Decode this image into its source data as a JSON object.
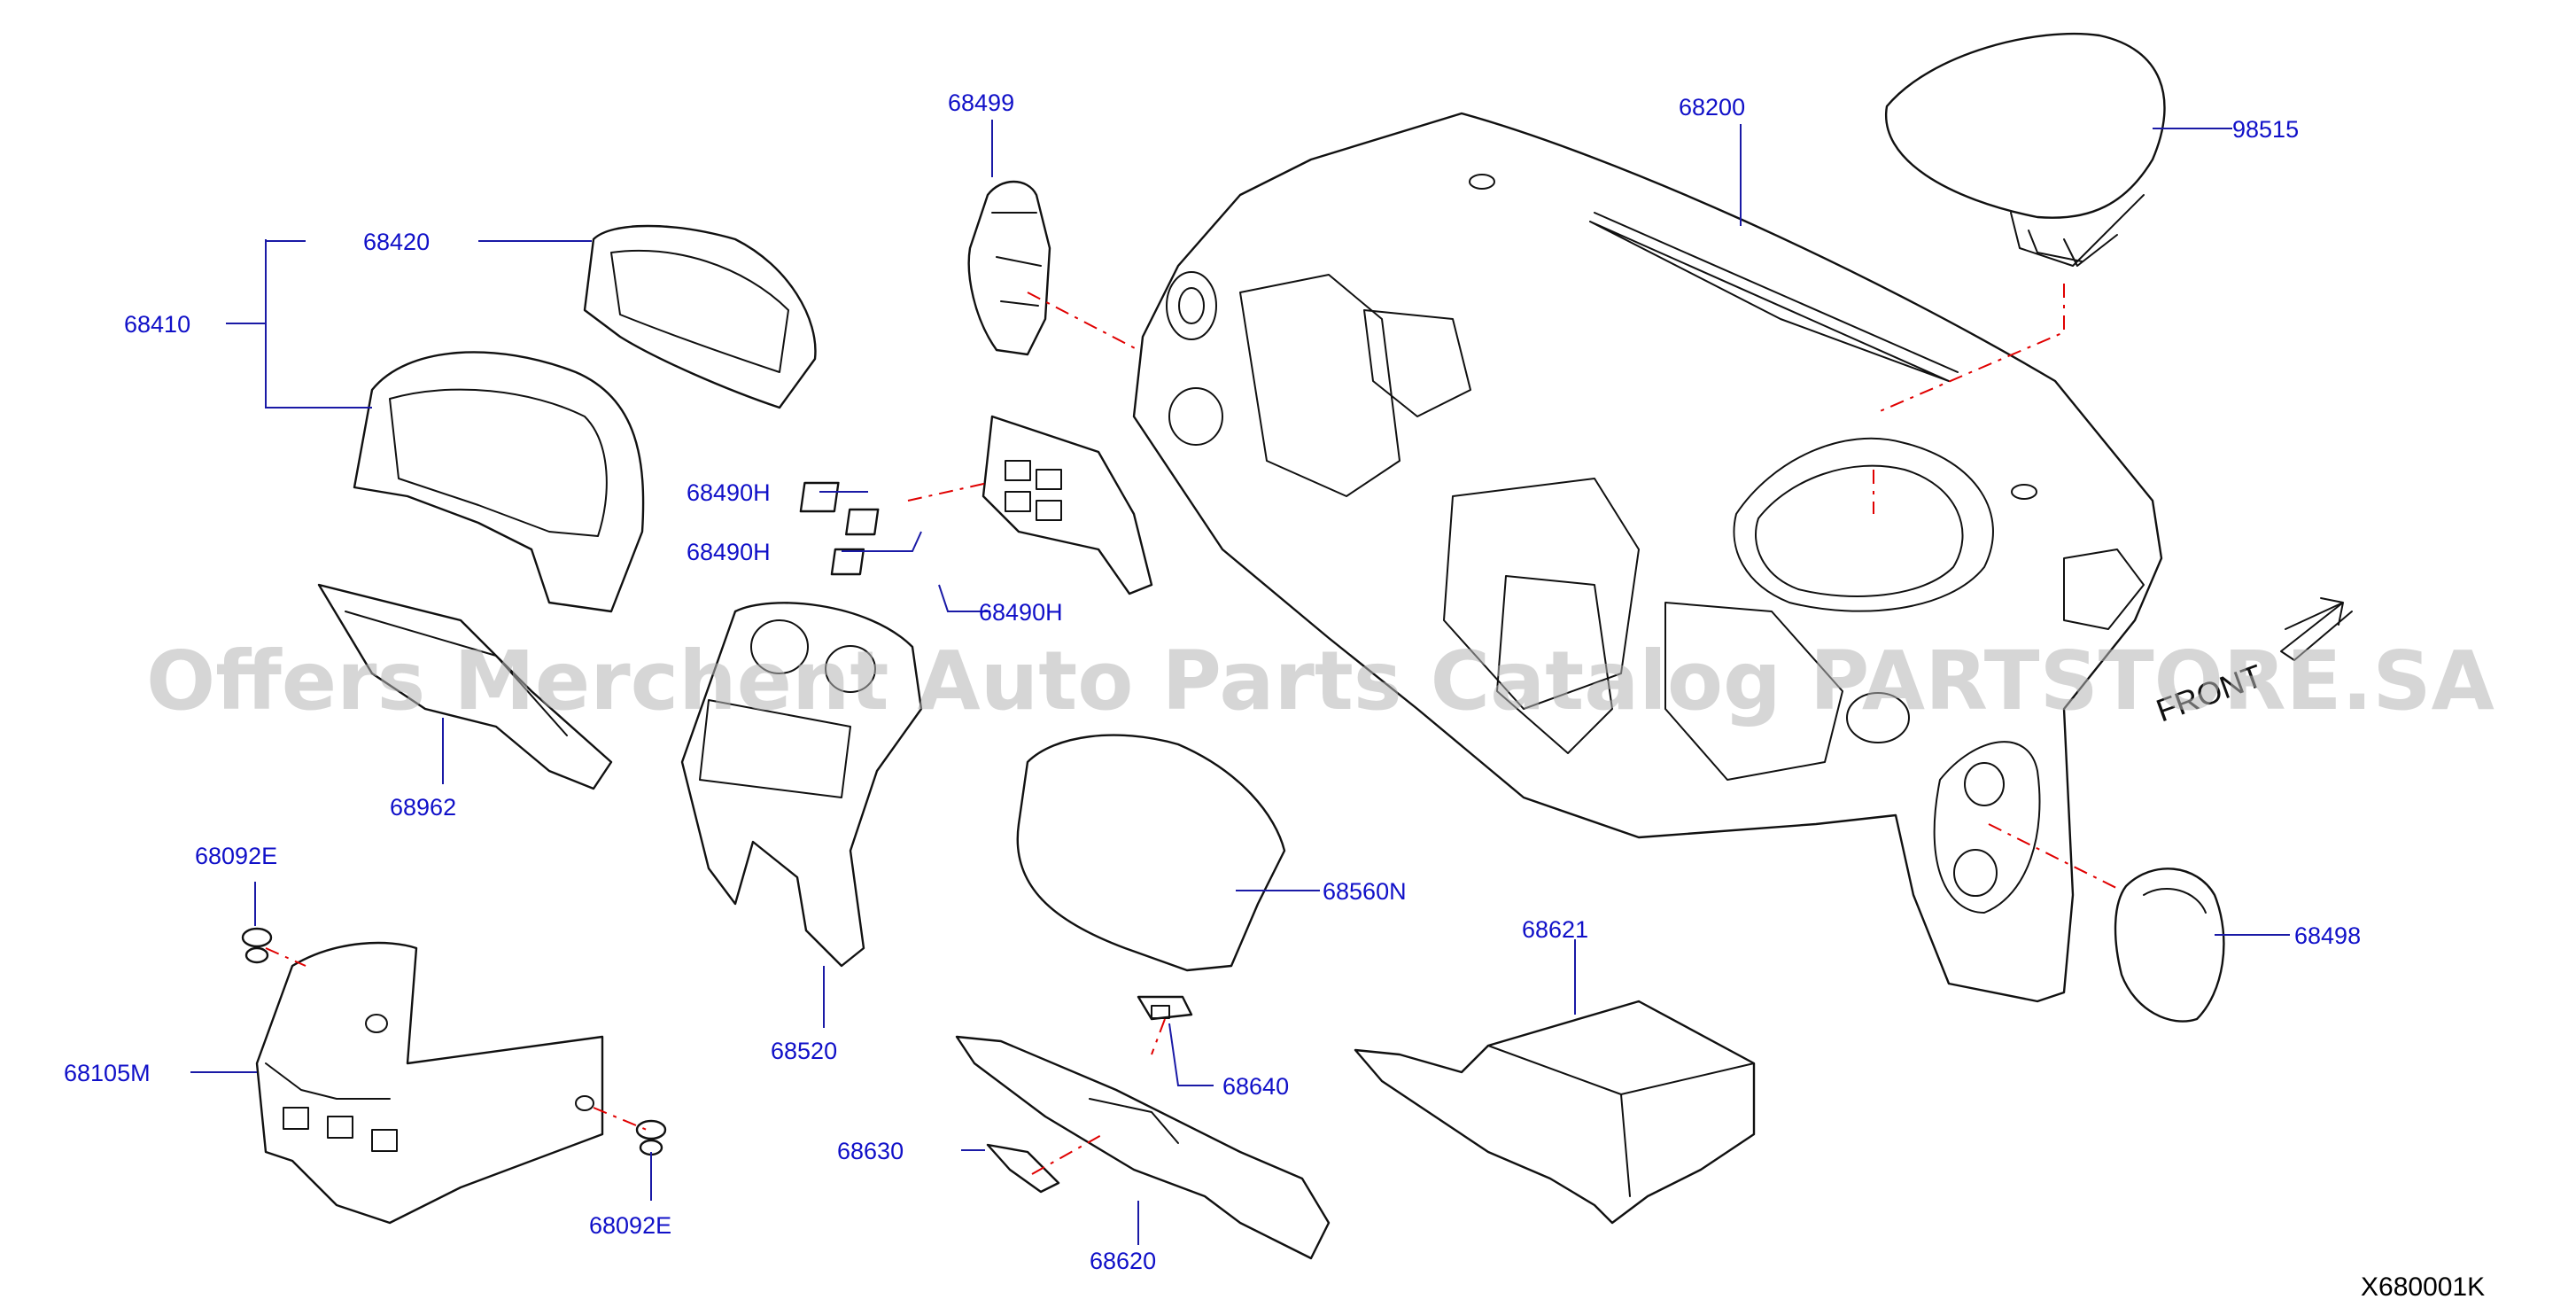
{
  "watermark": "Offers Merchent Auto Parts Catalog PARTSTORE.SA",
  "diagram_ref": "X680001K",
  "front_label": "FRONT",
  "colors": {
    "callout": "#1010c8",
    "leader": "#1a1aa6",
    "dashed_link": "#e00000",
    "watermark": "#b4b4b4"
  },
  "callouts": {
    "c68499": "68499",
    "c68200": "68200",
    "c98515": "98515",
    "c68420": "68420",
    "c68410": "68410",
    "c68490h_1": "68490H",
    "c68490h_2": "68490H",
    "c68490h_3": "68490H",
    "c68962": "68962",
    "c68092e_top": "68092E",
    "c68105m": "68105M",
    "c68092e_bottom": "68092E",
    "c68520": "68520",
    "c68560n": "68560N",
    "c68621": "68621",
    "c68498": "68498",
    "c68640": "68640",
    "c68630": "68630",
    "c68620": "68620"
  }
}
